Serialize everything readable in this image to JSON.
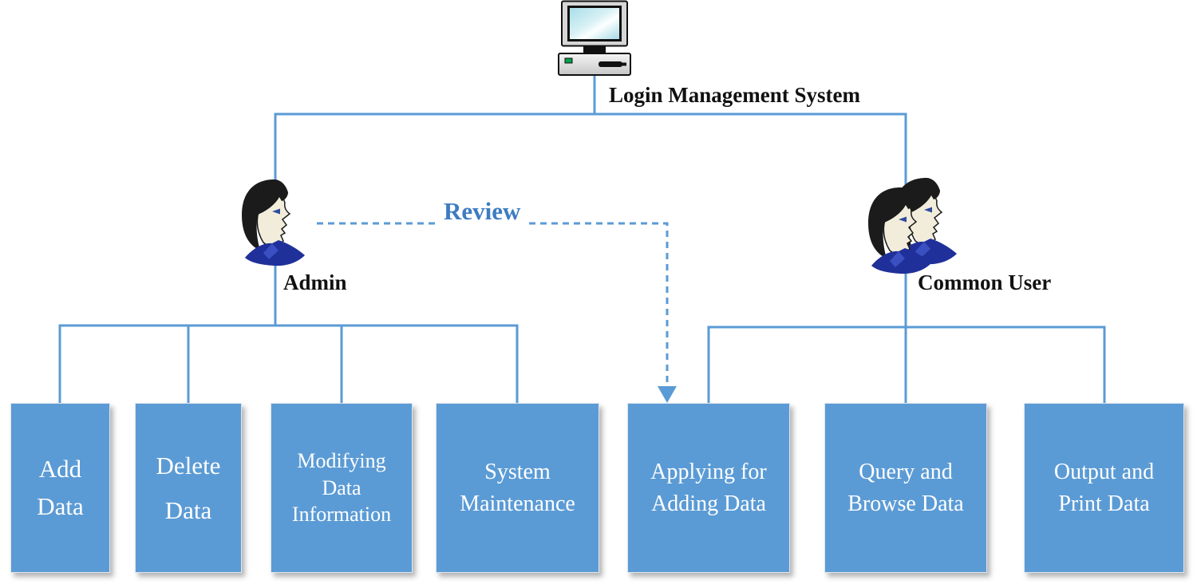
{
  "diagram": {
    "root": {
      "label": "Login Management System",
      "icon": "computer-icon"
    },
    "actors": [
      {
        "id": "admin",
        "label": "Admin",
        "icon": "admin-person-icon"
      },
      {
        "id": "common-user",
        "label": "Common User",
        "icon": "common-users-icon"
      }
    ],
    "review": {
      "label": "Review",
      "type": "dashed-arrow",
      "from": "admin",
      "to": "Applying for Adding Data"
    },
    "boxes": [
      {
        "parent": "admin",
        "label": "Add\nData"
      },
      {
        "parent": "admin",
        "label": "Delete\nData"
      },
      {
        "parent": "admin",
        "label": "Modifying\nData\nInformation"
      },
      {
        "parent": "admin",
        "label": "System\nMaintenance"
      },
      {
        "parent": "common-user",
        "label": "Applying for\nAdding Data"
      },
      {
        "parent": "common-user",
        "label": "Query and\nBrowse Data"
      },
      {
        "parent": "common-user",
        "label": "Output and\nPrint Data"
      }
    ],
    "colors": {
      "box_fill": "#5B9BD5",
      "connector_line": "#5B9BD5",
      "review_text": "#3D7CC1",
      "caption_text": "#111111",
      "box_text": "#FFFFFF"
    }
  }
}
